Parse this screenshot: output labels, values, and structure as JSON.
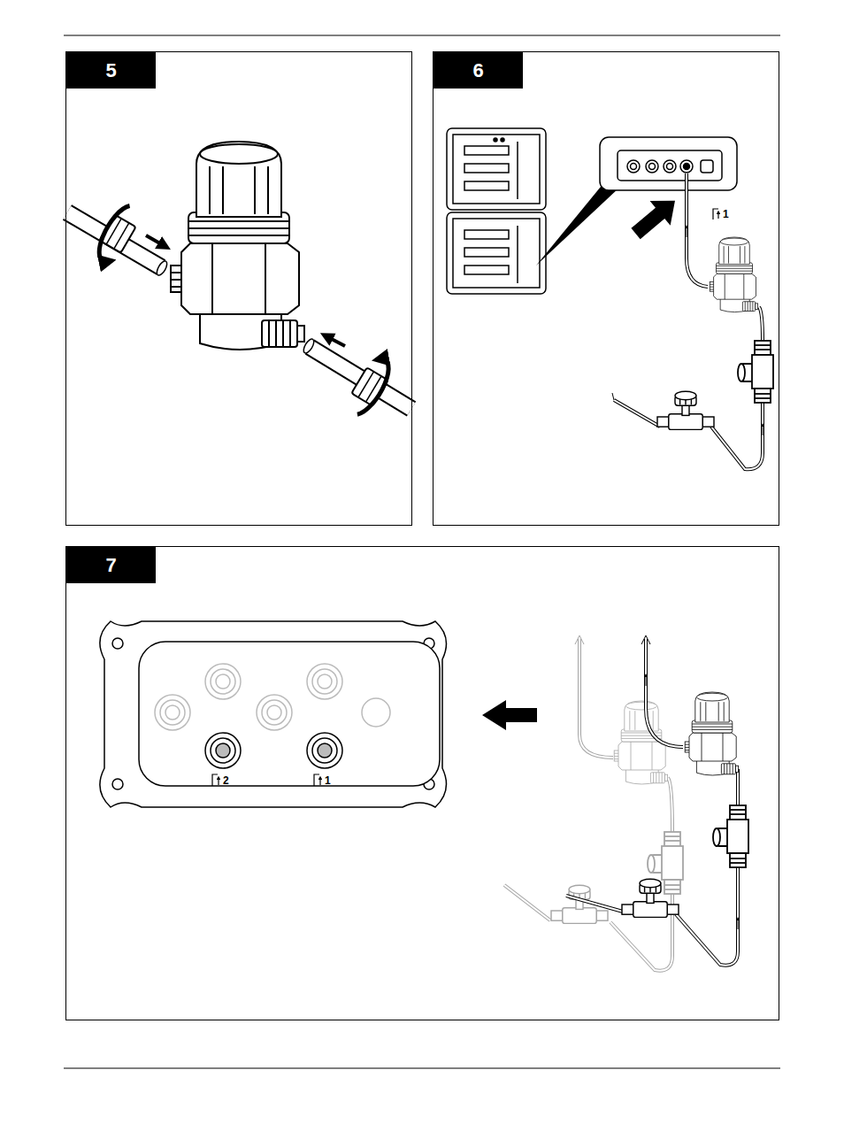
{
  "diagram": {
    "nodes": [
      {
        "text": [
          "5"
        ]
      },
      {
        "text": [
          "6"
        ]
      },
      {
        "text": [
          "7"
        ]
      }
    ],
    "labels": [
      "1",
      "2",
      "1"
    ]
  }
}
